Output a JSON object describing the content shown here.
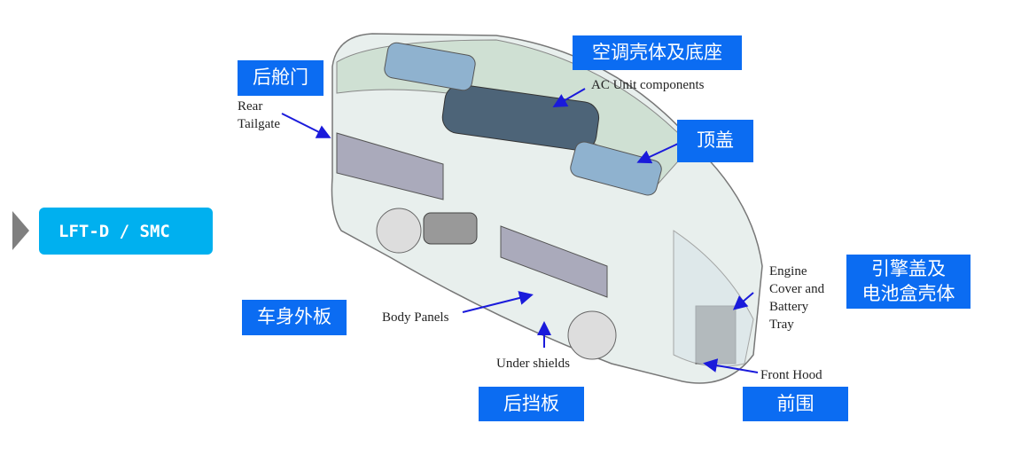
{
  "badge": {
    "label": "LFT-D / SMC"
  },
  "tags": {
    "rear_door": "后舱门",
    "ac_housing": "空调壳体及底座",
    "roof": "顶盖",
    "engine_cover": "引擎盖及\n电池盒壳体",
    "body_panel": "车身外板",
    "rear_guard": "后挡板",
    "front_surround": "前围"
  },
  "english": {
    "rear_tailgate": "Rear\nTailgate",
    "ac_unit": "AC Unit components",
    "engine": "Engine\nCover and\nBattery\nTray",
    "body_panels": "Body Panels",
    "under_shields": "Under shields",
    "front_hood": "Front Hood"
  },
  "colors": {
    "tag": "#0b6cf2",
    "badge": "#00b0ef",
    "arrow": "#1a1adb"
  }
}
